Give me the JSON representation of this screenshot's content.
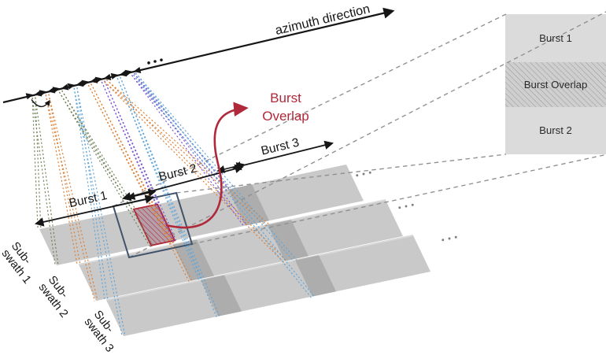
{
  "figure": {
    "azimuth_label": "azimuth direction",
    "burst_labels": {
      "b1": "Burst 1",
      "b2": "Burst 2",
      "b3": "Burst 3"
    },
    "overlap_callout": {
      "line1": "Burst",
      "line2": "Overlap"
    },
    "subswaths": [
      {
        "line1": "Sub-",
        "line2": "swath 1"
      },
      {
        "line1": "Sub-",
        "line2": "swath 2"
      },
      {
        "line1": "Sub-",
        "line2": "swath 3"
      }
    ],
    "inset": {
      "burst1": "Burst 1",
      "overlap": "Burst Overlap",
      "burst2": "Burst 2"
    },
    "ellipsis": "...",
    "icons": [
      "satellite-antenna-icon",
      "antenna-steering-arrow-icon",
      "double-arrow-icon",
      "ellipsis-dots"
    ],
    "colors": {
      "ink": "#161616",
      "swath": "#c9c9c9",
      "band": "#adadad",
      "seam": "#d9d9d9",
      "inset_bg": "#dbdbdb",
      "inset_band_bg": "#cfcfcf",
      "hatch_gray": "#9a9a9a",
      "hatch_red_bg": "#b5a0a9",
      "red": "#b0293a",
      "navy": "#41526b",
      "green": "#6f8053",
      "orange": "#dc8038",
      "blue": "#5fa5da",
      "purple": "#7a55d2",
      "gray_dash": "#8f8f8f",
      "dot_gray": "#7d7d7d"
    }
  }
}
